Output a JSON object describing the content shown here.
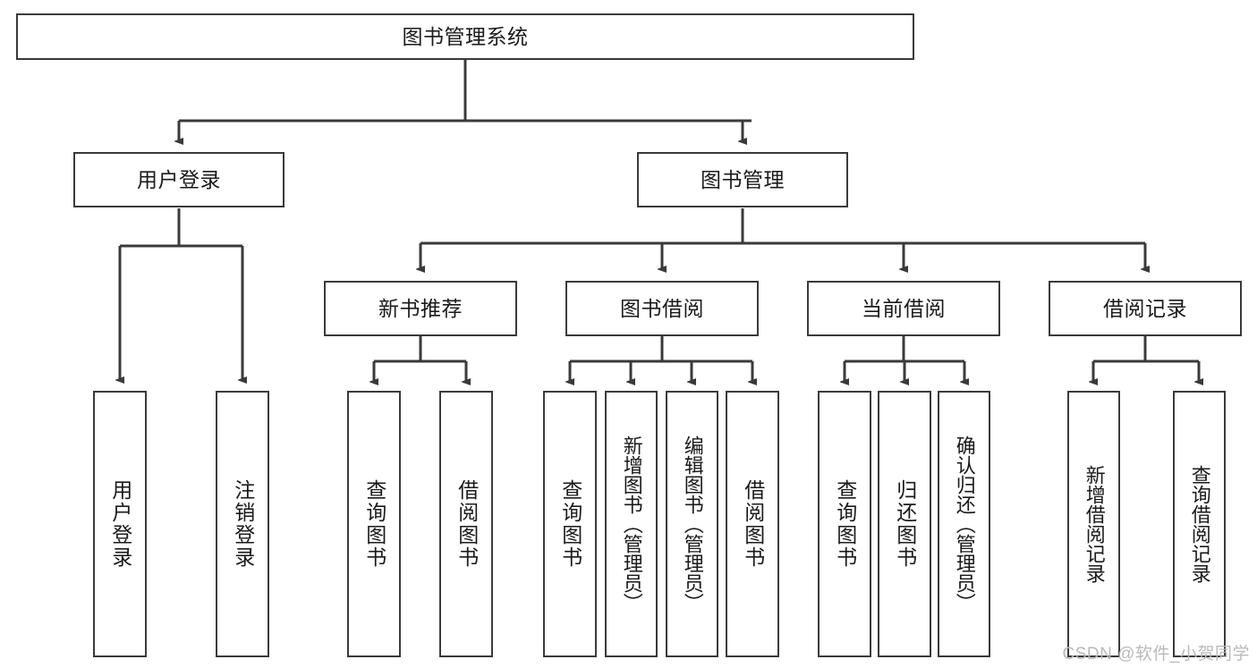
{
  "diagram": {
    "title": "图书管理系统",
    "type": "tree",
    "watermark": "CSDN @软件_小贺同学",
    "colors": {
      "box_border": "#3a3a3a",
      "box_fill": "#ffffff",
      "connector": "#3a3a3a",
      "text": "#1a1a1a",
      "watermark": "#b9b9b9"
    },
    "nodes": {
      "root": {
        "label": "图书管理系统"
      },
      "level2": [
        {
          "label": "用户登录"
        },
        {
          "label": "图书管理"
        }
      ],
      "level3": [
        {
          "label": "新书推荐"
        },
        {
          "label": "图书借阅"
        },
        {
          "label": "当前借阅"
        },
        {
          "label": "借阅记录"
        }
      ],
      "leaves": {
        "user_login": [
          {
            "label": "用户登录"
          },
          {
            "label": "注销登录"
          }
        ],
        "new_book": [
          {
            "label": "查询图书"
          },
          {
            "label": "借阅图书"
          }
        ],
        "book_borrow": [
          {
            "label": "查询图书"
          },
          {
            "label": "新增图书（管理员）"
          },
          {
            "label": "编辑图书（管理员）"
          },
          {
            "label": "借阅图书"
          }
        ],
        "current_borrow": [
          {
            "label": "查询图书"
          },
          {
            "label": "归还图书"
          },
          {
            "label": "确认归还（管理员）"
          }
        ],
        "borrow_record": [
          {
            "label": "新增借阅记录"
          },
          {
            "label": "查询借阅记录"
          }
        ]
      }
    }
  }
}
